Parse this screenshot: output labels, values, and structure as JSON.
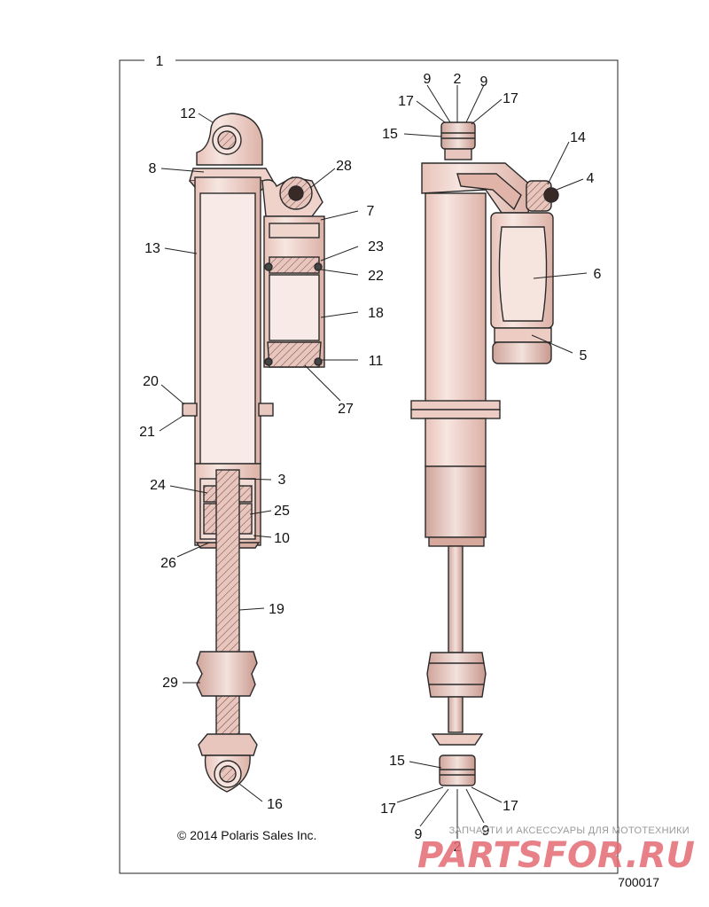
{
  "diagram": {
    "assembly_callout": "1",
    "copyright": "© 2014 Polaris Sales Inc.",
    "drawing_number": "700017",
    "watermark": {
      "tagline": "ЗАПЧАСТИ И АКСЕССУАРЫ ДЛЯ МОТОТЕХНИКИ",
      "logo": "PARTSFOR.RU"
    },
    "callouts": [
      "12",
      "8",
      "13",
      "28",
      "7",
      "23",
      "22",
      "18",
      "11",
      "27",
      "20",
      "21",
      "3",
      "24",
      "25",
      "10",
      "26",
      "19",
      "29",
      "16",
      "9",
      "2",
      "9",
      "17",
      "17",
      "15",
      "14",
      "4",
      "6",
      "5",
      "15",
      "17",
      "17",
      "9",
      "2",
      "9"
    ]
  },
  "colors": {
    "body_fill": "#efd6cf",
    "body_dark": "#d8a79c",
    "outline": "#2a2a2a",
    "watermark": "#e46a74"
  }
}
